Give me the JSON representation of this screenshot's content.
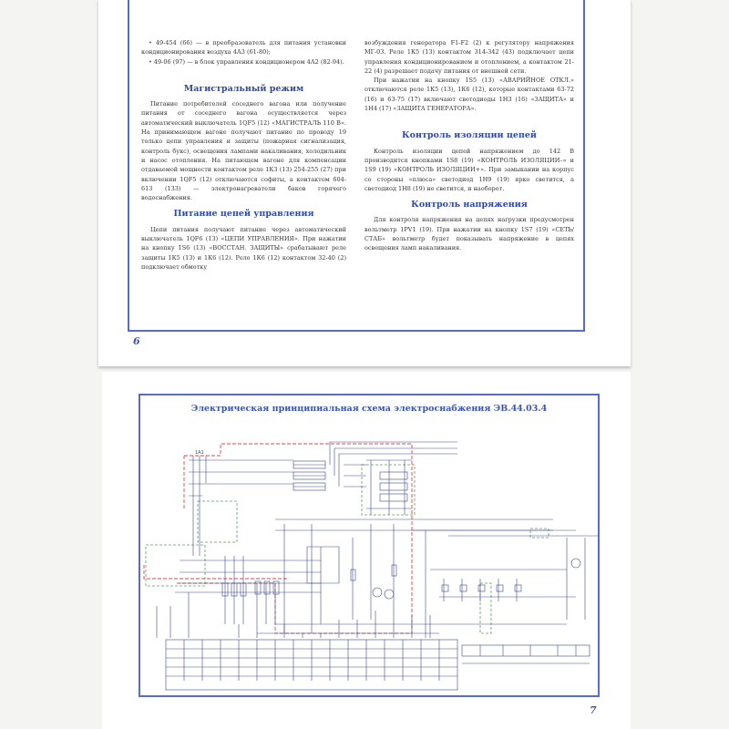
{
  "page6": {
    "page_number": "6",
    "bullets": [
      "49-454 (66) — в преобразователь для питания установки кондиционирования воздуха 4А3 (61-80);",
      "49-06 (97) — в блок управления кондиционером 4А2 (82-94)."
    ],
    "sections": [
      {
        "heading": "Магистральный режим",
        "text": "Питание потребителей соседнего вагона или получение питания от соседнего вагона осуществляется через автоматический выключатель 1QF5 (12) «МАГИСТРАЛЬ 110 В». На принимающем вагоне получают питание по проводу 19 только цепи управления и защиты (пожарная сигнализация, контроль букс), освещения лампами накаливания, холодильник и насос отопления. На питающем вагоне для компенсации отдаваемой мощности контактом реле 1К3 (13) 254-255 (27) при включении 1QF5 (12) отключаются софиты, а контактом 604-613 (133) — электронагреватели баков горячего водоснабжения."
      },
      {
        "heading": "Питание цепей управления",
        "text": "Цепи питания получают питание через автоматический выключатель 1QF6 (13) «ЦЕПИ УПРАВЛЕНИЯ». При нажатии на кнопку 1S6 (13) «ВОССТАН. ЗАЩИТЫ» срабатывают реле защиты 1К5 (13) и 1К6 (12). Реле 1К6 (12) контактом 32-40 (2) подключает обмотку"
      }
    ],
    "right_continuation": "возбуждения генератора F1-F2 (2) к регулятору напряжения МГ-03. Реле 1К5 (13) контактом 314-342 (43) подключает цепи управления кондиционированием и отоплением, а контактом 21-22 (4) разрешает подачу питания от внешней сети.",
    "right_para2": "При нажатии на кнопку 1S5 (13) «АВАРИЙНОЕ ОТКЛ.» отключаются реле 1К5 (13), 1К6 (12), которые контактами 63-72 (16) и 63-75 (17) включают светодиоды 1Н3 (16) «ЗАЩИТА» и 1Н4 (17) «ЗАЩИТА ГЕНЕРАТОРА».",
    "right_sections": [
      {
        "heading": "Контроль изоляции цепей",
        "text": "Контроль изоляции цепей напряжением до 142 В производится кнопками 1S8 (19) «КОНТРОЛЬ ИЗОЛЯЦИИ–» и 1S9 (19) «КОНТРОЛЬ ИЗОЛЯЦИИ+». При замыкании на корпус со стороны «плюса» светодиод 1Н9 (19) ярко светится, а светодиод 1Н8 (19) не светится, и наоборот."
      },
      {
        "heading": "Контроль напряжения",
        "text": "Для контроля напряжения на цепях нагрузки предусмотрен вольтметр 1PV1 (19). При нажатии на кнопку 1S7 (19) «СЕТЬ/СТАБ» вольтметр будет показывать напряжение в цепях освещения ламп накаливания."
      }
    ]
  },
  "page7": {
    "page_number": "7",
    "title": "Электрическая принципиальная схема электроснабжения ЭВ.44.03.4",
    "labels": {
      "block": "1А1"
    }
  },
  "colors": {
    "frame": "#5a6cc0",
    "heading": "#2f49a8",
    "wire": "#3a4a8a",
    "red_dash": "#d84a4a",
    "green_dash": "#5aa05a"
  }
}
